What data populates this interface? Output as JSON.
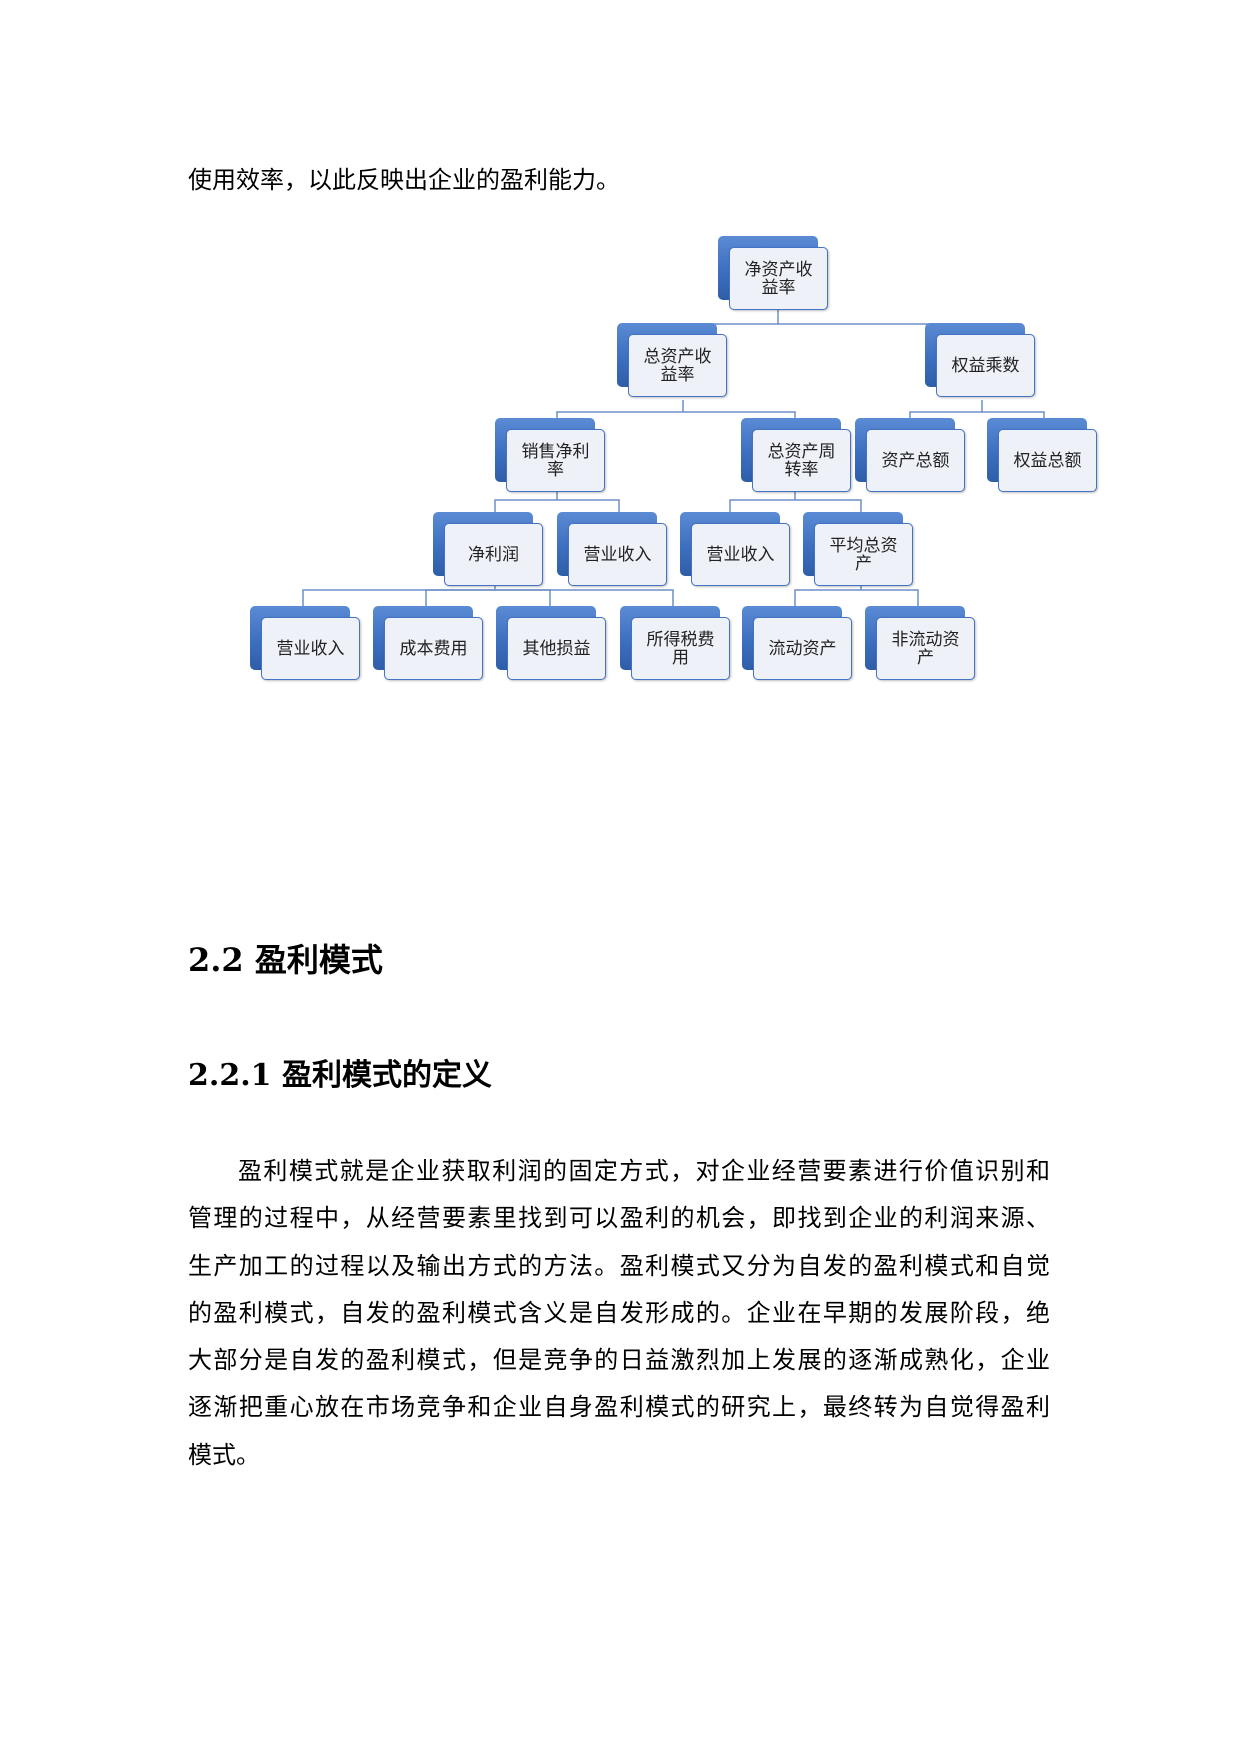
{
  "intro_line": "使用效率，以此反映出企业的盈利能力。",
  "diagram": {
    "nodes": {
      "root": "净资产收益率",
      "total_asset_return": "总资产收益率",
      "equity_multiplier": "权益乘数",
      "net_profit_margin": "销售净利率",
      "asset_turnover": "总资产周转率",
      "total_assets": "资产总额",
      "total_equity": "权益总额",
      "net_profit": "净利润",
      "revenue_a": "营业收入",
      "revenue_b": "营业收入",
      "avg_total_assets": "平均总资产",
      "revenue_c": "营业收入",
      "cost_expense": "成本费用",
      "other_gains_losses": "其他损益",
      "income_tax": "所得税费用",
      "current_assets": "流动资产",
      "non_current_assets": "非流动资产"
    }
  },
  "section_heading": "2.2 盈利模式",
  "subsection_heading": "2.2.1 盈利模式的定义",
  "paragraph_lines": [
    "盈利模式就是企业获取利润的固定方式，对企业经营要素进行价值识别和",
    "管理的过程中，从经营要素里找到可以盈利的机会，即找到企业的利润来源、",
    "生产加工的过程以及输出方式的方法。盈利模式又分为自发的盈利模式和自觉",
    "的盈利模式，自发的盈利模式含义是自发形成的。企业在早期的发展阶段，绝",
    "大部分是自发的盈利模式，但是竞争的日益激烈加上发展的逐渐成熟化，企业",
    "逐渐把重心放在市场竞争和企业自身盈利模式的研究上，最终转为自觉得盈利",
    "模式。"
  ]
}
